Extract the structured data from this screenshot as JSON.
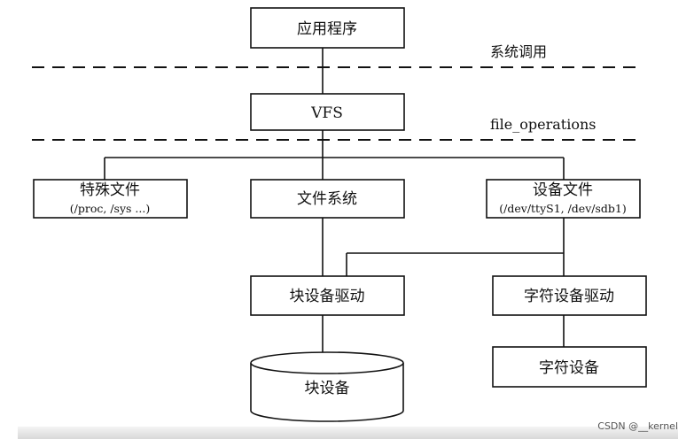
{
  "nodes": {
    "app": "应用程序",
    "vfs": "VFS",
    "special_file": "特殊文件",
    "special_file_sub": "(/proc, /sys ...)",
    "filesystem": "文件系统",
    "device_file": "设备文件",
    "device_file_sub": "(/dev/ttyS1, /dev/sdb1)",
    "block_driver": "块设备驱动",
    "char_driver": "字符设备驱动",
    "block_device": "块设备",
    "char_device": "字符设备"
  },
  "layers": {
    "syscall": "系统调用",
    "file_operations": "file_operations"
  },
  "watermark": "CSDN @__kernel"
}
